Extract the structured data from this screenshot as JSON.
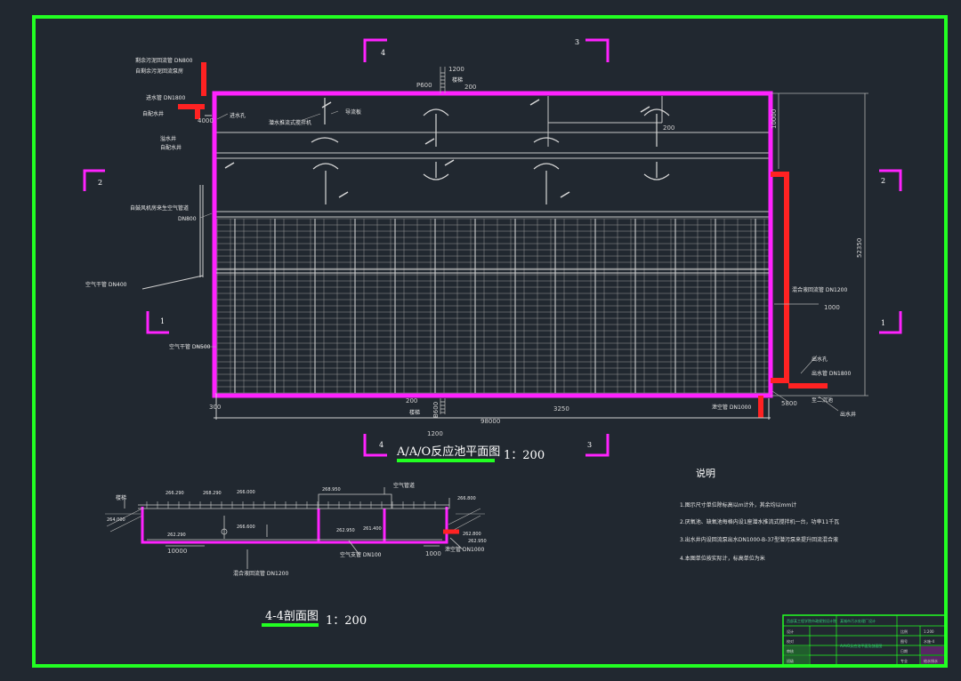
{
  "colors": {
    "background": "#212830",
    "border": "#22ff22",
    "wall": "#ff22ff",
    "pipe": "#ff2222",
    "line": "#c8c8c8",
    "text": "#e8e8e8"
  },
  "section_marks": {
    "top_left": "4",
    "top_right": "3",
    "left_upper": "2",
    "right_upper": "2",
    "left_lower": "1",
    "right_lower": "1",
    "bottom_left": "4",
    "bottom_right": "3"
  },
  "plan": {
    "title": "A/A/O反应池平面图",
    "scale": "1：200",
    "labels": {
      "sludge_pipe_1": "剩余污泥回流管  DN800",
      "sludge_pipe_2": "自剩余污泥回流泵房",
      "inlet_pipe": "进水管  DN1800",
      "inlet_pipe_src": "自配水井",
      "dim_4000": "4000",
      "inlet_hole": "进水孔",
      "overflow_well": "溢水井",
      "overflow_well_dest": "自配水井",
      "mixer": "潜水推流式搅拌机",
      "guide_wall": "导流板",
      "dim_200_a": "200",
      "blower_air_pipe": "自鼓风机房来生空气管道",
      "blower_dn": "DN800",
      "air_main": "空气干管  DN400",
      "air_main_2": "空气干管  DN500",
      "dim_300": "300",
      "dim_1200_top": "1200",
      "dim_p600": "P600",
      "stairs_top": "楼梯",
      "dim_200_top": "200",
      "dim_10000": "10000",
      "dim_52350": "52350",
      "mixed_return_pipe": "混合液回流管  DN1200",
      "dim_1000_r": "1000",
      "outlet_hole": "出水孔",
      "outlet_pipe": "出水管  DN1800",
      "dim_5800": "5800",
      "to_clarifier": "至二沉池",
      "outlet_well": "出水井",
      "vent_pipe": "泄空管  DN1000",
      "dim_200_b": "200",
      "stairs_bottom": "楼梯",
      "dim_b600": "B600",
      "dim_1200_b": "1200",
      "dim_3250": "3250",
      "dim_98000": "98000"
    }
  },
  "section": {
    "title": "4-4剖面图",
    "scale": "1：200",
    "labels": {
      "stairs": "楼梯",
      "el_1": "264.000",
      "el_2": "266.290",
      "el_3": "268.290",
      "el_4": "266.000",
      "el_5": "268.950",
      "air_ducts": "空气管道",
      "el_6": "266.800",
      "el_7": "262.290",
      "el_8": "266.600",
      "el_9": "262.950",
      "el_10": "261.400",
      "el_11": "262.800",
      "el_12": "262.950",
      "dim_10000": "10000",
      "dim_1000": "1000",
      "air_branch": "空气支管  DN100",
      "vent_pipe": "泄空管  DN1000",
      "return_pipe": "混合液回流管  DN1200"
    }
  },
  "notes": {
    "heading": "说明",
    "items": [
      "1.图示尺寸单位除标高以m计外，其余均以mm计",
      "2.厌氧池、缺氧池每格内设1座潜水推流式搅拌机一台，功率11千瓦",
      "3.出水井内设回流泵出水DN1000-B-37型潜污泵来提升回流混合液",
      "4.本图单位按实际计，标高单位为米"
    ]
  },
  "title_block": {
    "school": "西部某工程学院市政规划设计院",
    "project": "某城市污水处理厂设计",
    "drawing": "A/A/O反应池平面及剖面图",
    "rows": [
      [
        "设计",
        "",
        "比例",
        "1:200"
      ],
      [
        "校对",
        "",
        "图号",
        "水施-4"
      ],
      [
        "审核",
        "",
        "日期",
        ""
      ],
      [
        "班级",
        "",
        "专业",
        "给水排水"
      ]
    ]
  }
}
